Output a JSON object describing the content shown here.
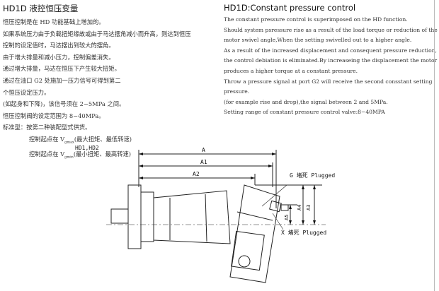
{
  "left": {
    "title": "HD1D 液控恒压变量",
    "lines": [
      "恒压控制是在 HD 功能基础上增加的。",
      "如果系统压力由于负载扭矩缘故或由于马达摆角减小而升高，则达到恒压",
      "控制的设定值时，马达摆出到较大的摆角。",
      "由于增大排量和减小压力，控制偏差消失。",
      "通过增大排量，马达在恒压下产生较大扭矩。",
      "通过在油口 G2 处施加一压力信号可得到第二",
      "个恒压设定压力。",
      "(如起身和下降)，该信号须在 2−5MPa 之间。",
      "恒压控制阀的设定范围为 8−40MPa。",
      "标准型：按第二种装配型式供货。"
    ],
    "start_max": {
      "pre": "控制起点在 V",
      "sub": "gmax",
      "post": "(最大扭矩、最低转速)"
    },
    "start_min": {
      "pre": "控制起点在 V",
      "sub": "gmin",
      "post": "(最小扭矩、最高转速)"
    }
  },
  "right": {
    "title": "HD1D:Constant pressure control",
    "lines": [
      "The constant pressure control is superimposed on the HD function.",
      "Should system psressure rise as a result of the load torque or reduction of the",
      "motor swivel angle,When the setting swivelled out to a higher angle.",
      "As a result of the increased displacement and consequent pressure reduction,",
      "the control debiation is eliminated.By increaseing the displacement the motor",
      "produces a higher torque at a constant pressure.",
      "Throw a pressure signal at port G2 will receive the second consstant setting",
      "pressure.",
      "(for example rise and drop),the signal between 2 and 5MPa.",
      "Setting range of constant pressure control valve:8−40MPA"
    ]
  },
  "drawing": {
    "variant_label": "HD1,HD2",
    "dim_A": "A",
    "dim_A1": "A1",
    "dim_A2": "A2",
    "dim_A3": "A3",
    "dim_A4": "A4",
    "dim_A5": "A5",
    "port_G": "G  堵死 Plugged",
    "port_X": "X  堵死 Plugged"
  }
}
